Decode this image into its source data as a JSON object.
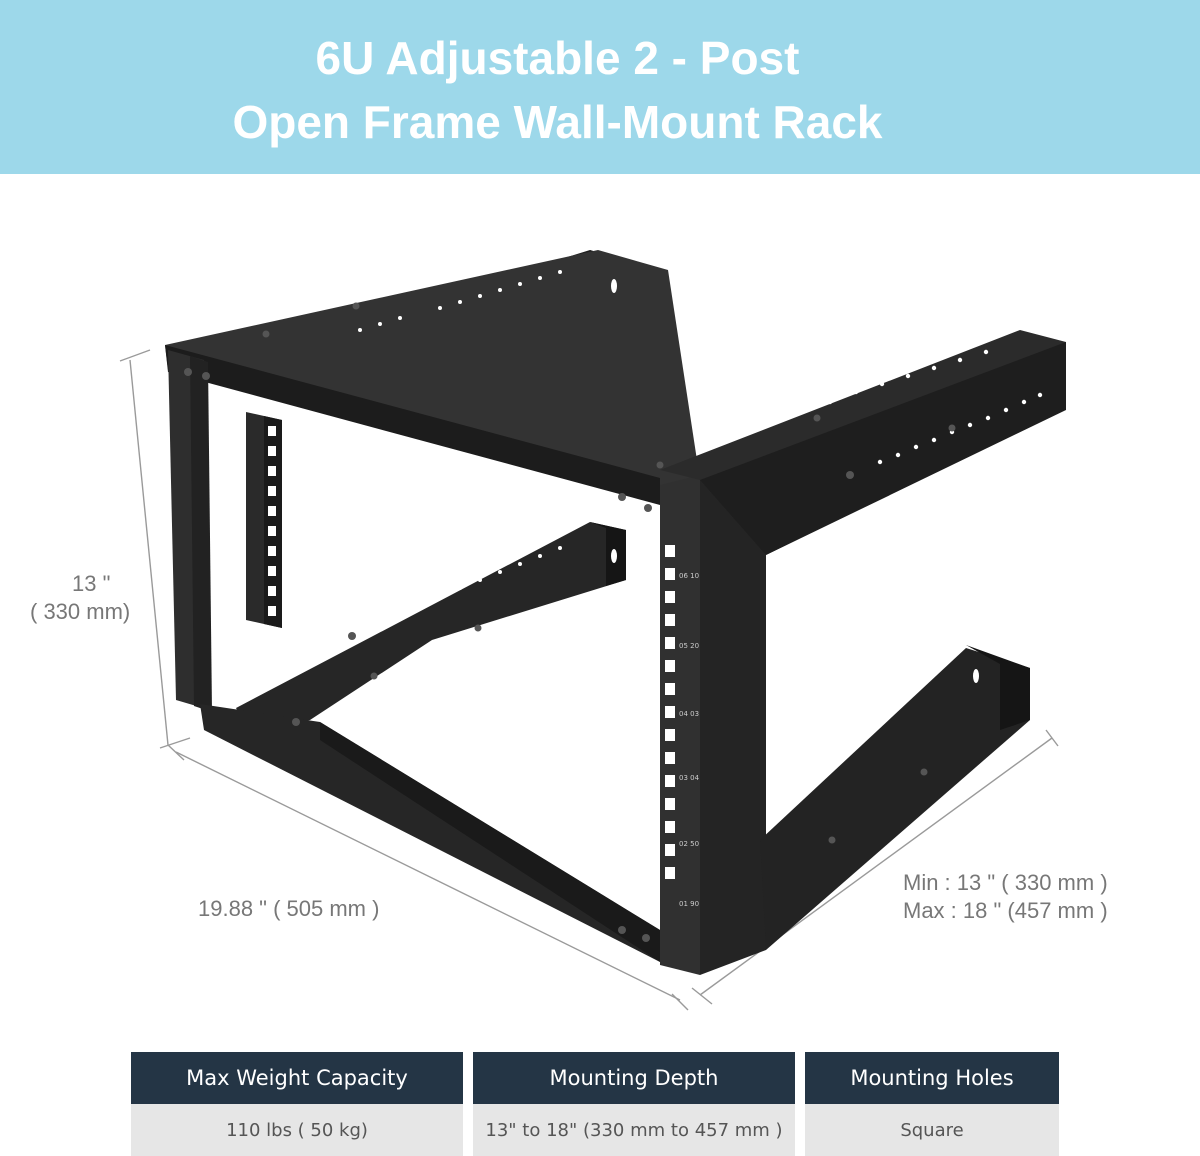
{
  "banner": {
    "title_line1": "6U Adjustable 2 - Post",
    "title_line2": "Open Frame Wall-Mount Rack",
    "color": "#9dd8ea"
  },
  "dimensions": {
    "height_value": "13 \"",
    "height_mm": "( 330 mm)",
    "width": "19.88 \" ( 505 mm )",
    "depth_min": "Min : 13 \" ( 330 mm )",
    "depth_max": "Max : 18 \" (457 mm )"
  },
  "rack": {
    "unit_labels": [
      "06\n10",
      "05\n20",
      "04\n03",
      "03\n04",
      "02\n50",
      "01\n90"
    ],
    "frame_color": "#2b2b2b"
  },
  "specs": [
    {
      "label": "Max Weight Capacity",
      "value": "110 lbs ( 50 kg)"
    },
    {
      "label": "Mounting Depth",
      "value": "13\" to 18\" (330 mm to 457 mm )"
    },
    {
      "label": "Mounting Holes",
      "value": "Square"
    }
  ],
  "colors": {
    "header_bg": "#243545",
    "value_bg": "#e6e6e6"
  }
}
